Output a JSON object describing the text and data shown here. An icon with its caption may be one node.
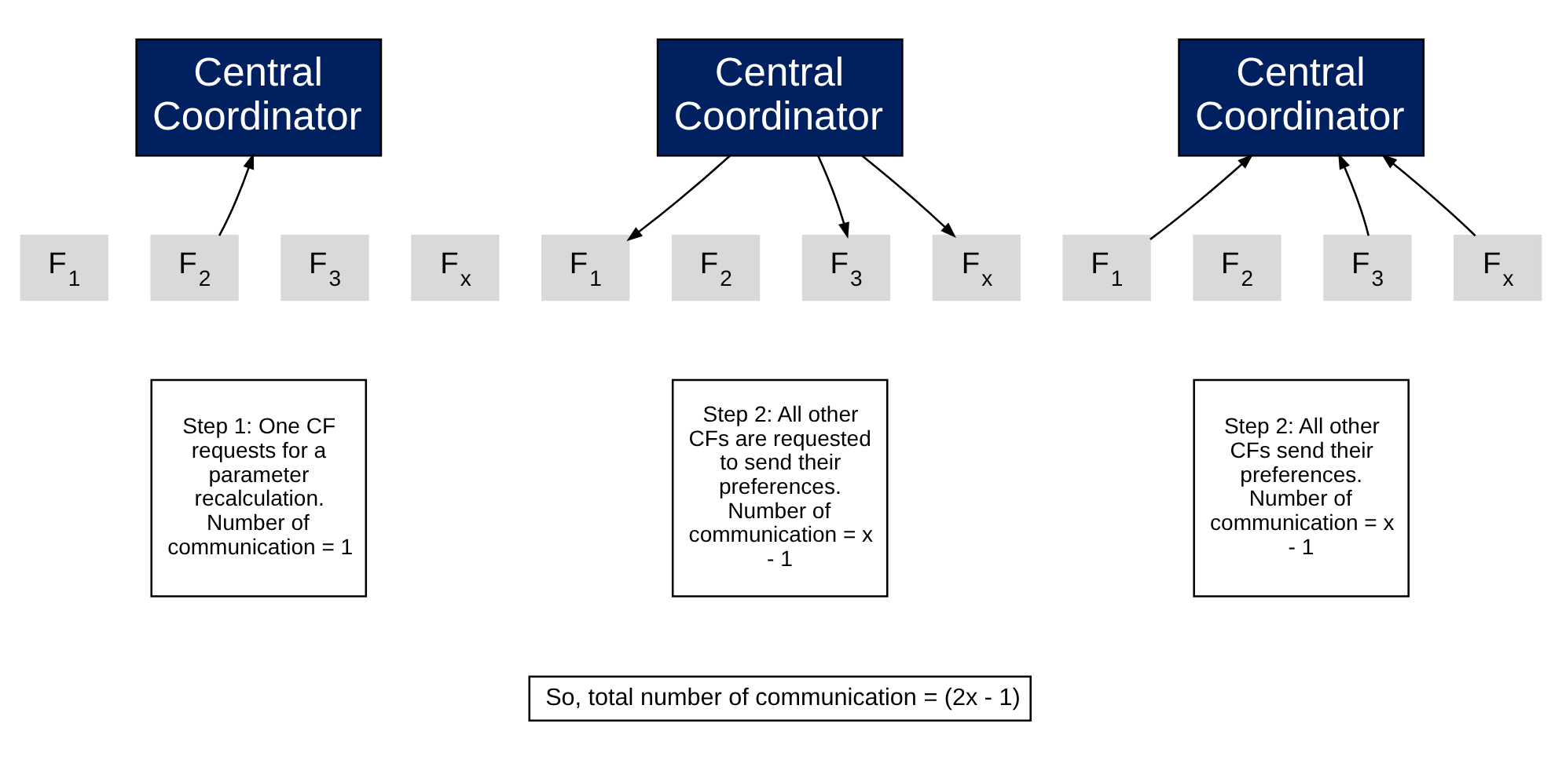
{
  "diagram": {
    "nodes": [
      {
        "text": [
          "Central Coordinator"
        ]
      },
      {
        "text": [
          "F$_{1}$"
        ]
      },
      {
        "text": [
          "F$_{2}$"
        ]
      },
      {
        "text": [
          "F$_{3}$"
        ]
      },
      {
        "text": [
          "F$_{x}$"
        ]
      },
      {
        "text": [
          "Step 1: One CF requests for a parameter recalculation. Number of communication = 1"
        ]
      },
      {
        "text": [
          "Central Coordinator"
        ]
      },
      {
        "text": [
          "F$_{1}$"
        ]
      },
      {
        "text": [
          "F$_{2}$"
        ]
      },
      {
        "text": [
          "F$_{3}$"
        ]
      },
      {
        "text": [
          "F$_{x}$"
        ]
      },
      {
        "text": [
          "Step 2: All other CFs are requested to send their preferences. Number of communication = x - 1"
        ]
      },
      {
        "text": [
          "Central Coordinator"
        ]
      },
      {
        "text": [
          "F$_{1}$"
        ]
      },
      {
        "text": [
          "F$_{2}$"
        ]
      },
      {
        "text": [
          "F$_{3}$"
        ]
      },
      {
        "text": [
          "F$_{x}$"
        ]
      },
      {
        "text": [
          "Step 2: All other CFs send their preferences. Number of communication = x - 1"
        ]
      },
      {
        "text": [
          "So, total number of communication = (2x - 1)"
        ]
      }
    ],
    "edges": [
      {
        "from": 2,
        "to": 0,
        "arrow": "to"
      },
      {
        "from": 6,
        "to": 7,
        "arrow": "to"
      },
      {
        "from": 6,
        "to": 9,
        "arrow": "to"
      },
      {
        "from": 6,
        "to": 10,
        "arrow": "to"
      },
      {
        "from": 13,
        "to": 12,
        "arrow": "to"
      },
      {
        "from": 15,
        "to": 12,
        "arrow": "to"
      },
      {
        "from": 16,
        "to": 12,
        "arrow": "to"
      }
    ]
  }
}
